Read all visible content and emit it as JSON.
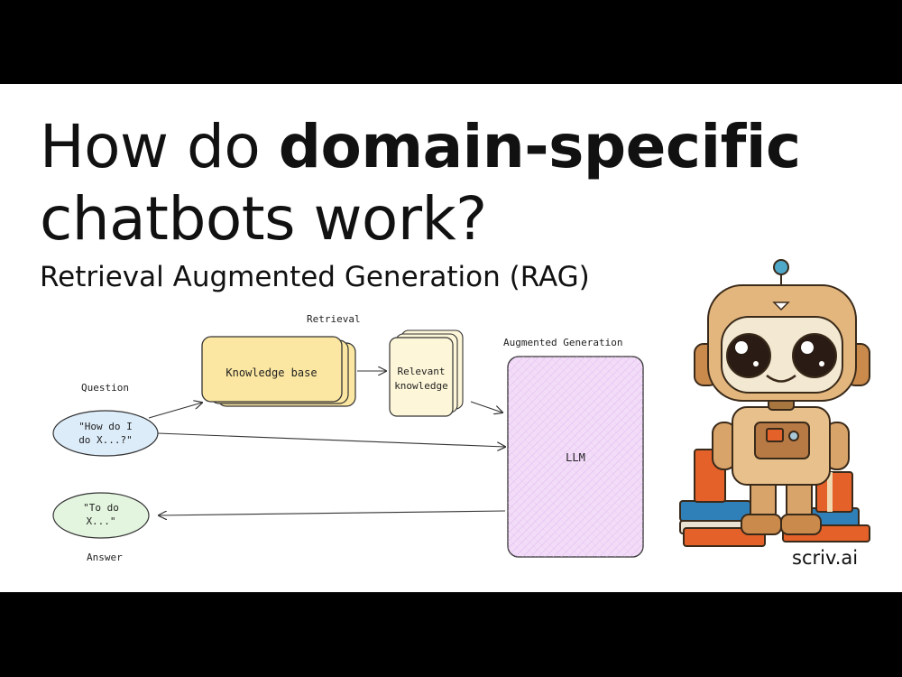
{
  "title": {
    "line1_regular": "How do ",
    "line1_bold": "domain-specific",
    "line2": "chatbots work?"
  },
  "subtitle": "Retrieval Augmented Generation (RAG)",
  "diagram": {
    "question_label": "Question",
    "question_line1": "\"How do I",
    "question_line2": "do X...?\"",
    "answer_label": "Answer",
    "answer_line1": "\"To do",
    "answer_line2": "X...\"",
    "retrieval_label": "Retrieval",
    "knowledge_base": "Knowledge base",
    "relevant_line1": "Relevant",
    "relevant_line2": "knowledge",
    "augmented_label": "Augmented Generation",
    "llm": "LLM"
  },
  "brand": "scriv.ai",
  "colors": {
    "knowledge_fill": "#fbe7a1",
    "relevant_fill": "#fdf6d8",
    "llm_fill": "#f2dcf8",
    "question_fill": "#dcecf9",
    "answer_fill": "#e3f5df"
  },
  "illustration": "robot-with-books"
}
